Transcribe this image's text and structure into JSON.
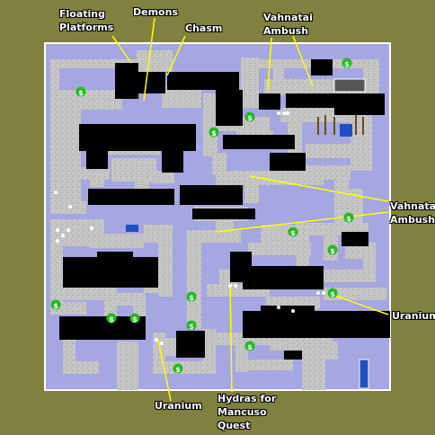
{
  "labels": {
    "floating_platforms": [
      "Floating",
      "Platforms"
    ],
    "demons": "Demons",
    "chasm": "Chasm",
    "vahnatai_ambush_top": [
      "Vahnatai",
      "Ambush"
    ],
    "vahnatai_ambush_right": [
      "Vahnatai",
      "Ambush"
    ],
    "uranium_right": "Uranium",
    "uranium_bottom": "Uranium",
    "hydras": [
      "Hydras for",
      "Mancuso",
      "Quest"
    ]
  },
  "map": {
    "marker_symbol": "$",
    "colors": {
      "background": "#808040",
      "water": "#a6a6e0",
      "floor": "#c4c4c4",
      "pit": "#000000",
      "outer_wall": "#ffffff",
      "callout_line": "#ffff00",
      "marker": "#22bb22",
      "pool": "#2050c0"
    }
  }
}
